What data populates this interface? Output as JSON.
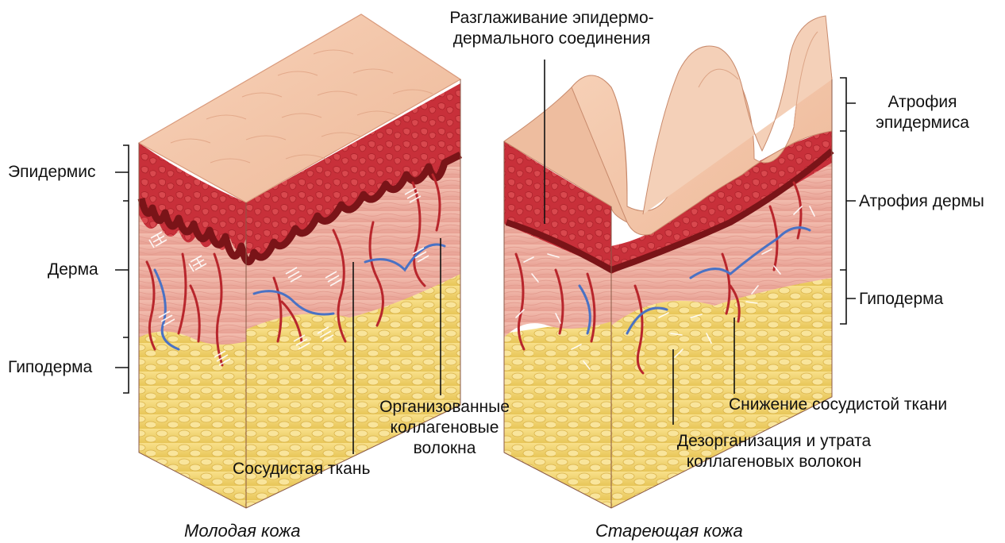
{
  "labels": {
    "epidermis": "Эпидермис",
    "dermis": "Дерма",
    "hypodermis_left": "Гиподерма",
    "vascular": "Сосудистая ткань",
    "collagen_org_1": "Организованные",
    "collagen_org_2": "коллагеновые",
    "collagen_org_3": "волокна",
    "flattening_1": "Разглаживание эпидермо-",
    "flattening_2": "дермального соединения",
    "atrophy_epi_1": "Атрофия",
    "atrophy_epi_2": "эпидермиса",
    "atrophy_derm": "Атрофия дермы",
    "hypodermis_right": "Гиподерма",
    "reduced_vascular": "Снижение сосудистой ткани",
    "disorg_1": "Дезорганизация и утрата",
    "disorg_2": "коллагеновых волокон"
  },
  "captions": {
    "young": "Молодая кожа",
    "aging": "Стареющая кожа"
  },
  "colors": {
    "skin_top": "#f2c4a8",
    "epidermis_red": "#c8303a",
    "dermis": "#f0b4a8",
    "hypodermis": "#f3d67a",
    "vessel_red": "#b8262c",
    "vessel_blue": "#4a72c4"
  }
}
